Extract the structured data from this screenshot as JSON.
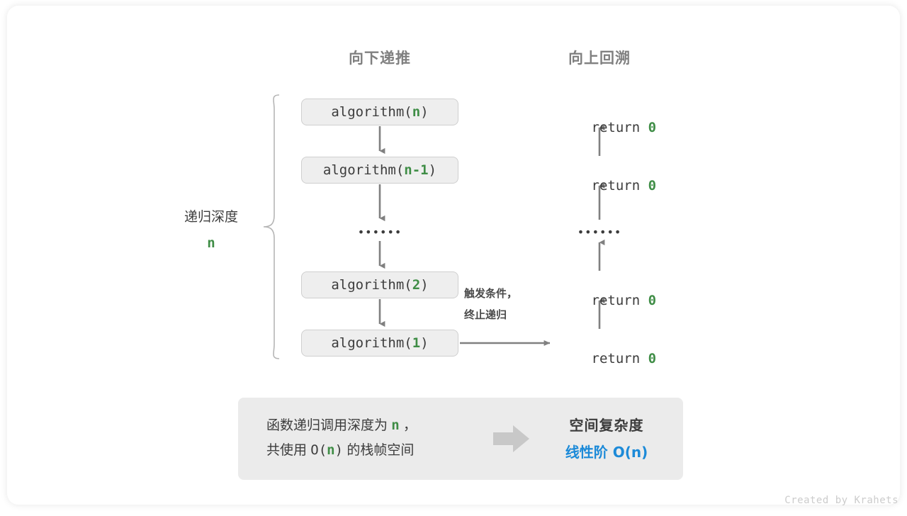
{
  "diagram": {
    "headers": {
      "down": "向下递推",
      "up": "向上回溯"
    },
    "depth": {
      "label": "递归深度",
      "value": "n"
    },
    "calls": [
      {
        "name": "algorithm(",
        "arg": "n",
        "close": ")"
      },
      {
        "name": "algorithm(",
        "arg": "n-1",
        "close": ")"
      },
      {
        "name": "algorithm(",
        "arg": "2",
        "close": ")"
      },
      {
        "name": "algorithm(",
        "arg": "1",
        "close": ")"
      }
    ],
    "returns": [
      {
        "text": "return ",
        "value": "0"
      },
      {
        "text": "return ",
        "value": "0"
      },
      {
        "text": "return ",
        "value": "0"
      },
      {
        "text": "return ",
        "value": "0"
      }
    ],
    "ellipsis": "••••••",
    "trigger_note": "触发条件，\n终止递归"
  },
  "summary": {
    "line1_pre": "函数递归调用深度为 ",
    "line1_var": "n",
    "line1_post": " ，",
    "line2_pre": "共使用 ",
    "line2_mono_open": "O(",
    "line2_var": "n",
    "line2_mono_close": ")",
    "line2_post": " 的栈帧空间",
    "arrow_icon": "right-arrow-icon",
    "title": "空间复杂度",
    "value": "线性阶 O(n)"
  },
  "footer": "Created by Krahets",
  "colors": {
    "accent_green": "#3f8d46",
    "accent_blue": "#1c8ad8",
    "box_fill": "#eeeeee",
    "box_border": "#cfcfcf",
    "arrow_gray": "#808080",
    "panel_fill": "#ebebeb",
    "heading_gray": "#808080",
    "text_dark": "#3c3c3c"
  }
}
